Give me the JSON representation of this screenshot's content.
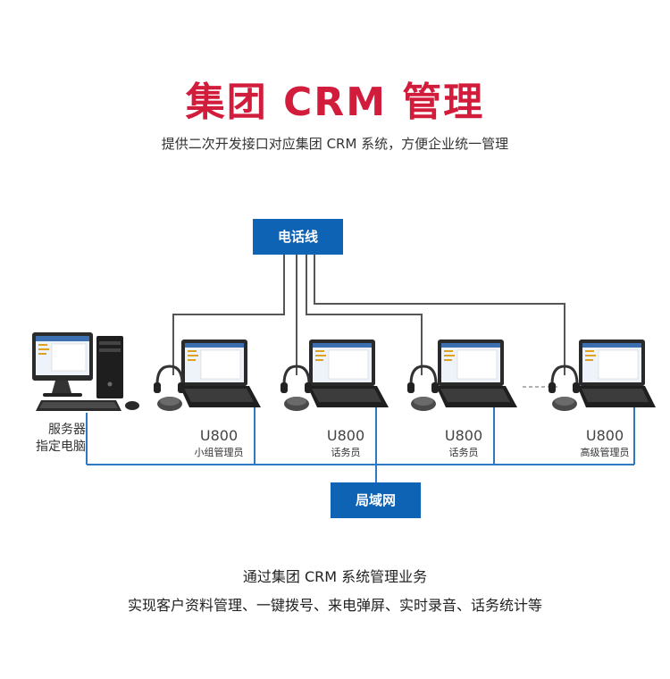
{
  "header": {
    "title": "集团 CRM 管理",
    "subtitle": "提供二次开发接口对应集团 CRM 系统，方便企业统一管理"
  },
  "diagram": {
    "phone_line_label": "电话线",
    "lan_label": "局域网",
    "server_label_line1": "服务器",
    "server_label_line2": "指定电脑",
    "terminals": [
      {
        "model": "U800",
        "role": "小组管理员"
      },
      {
        "model": "U800",
        "role": "话务员"
      },
      {
        "model": "U800",
        "role": "话务员"
      },
      {
        "model": "U800",
        "role": "高级管理员"
      }
    ]
  },
  "footer": {
    "line1": "通过集团 CRM 系统管理业务",
    "line2": "实现客户资料管理、一键拨号、来电弹屏、实时录音、话务统计等"
  },
  "colors": {
    "title": "#d21c3c",
    "box": "#0f63b5",
    "lan_line": "#2f78c4",
    "phone_line": "#555555"
  }
}
